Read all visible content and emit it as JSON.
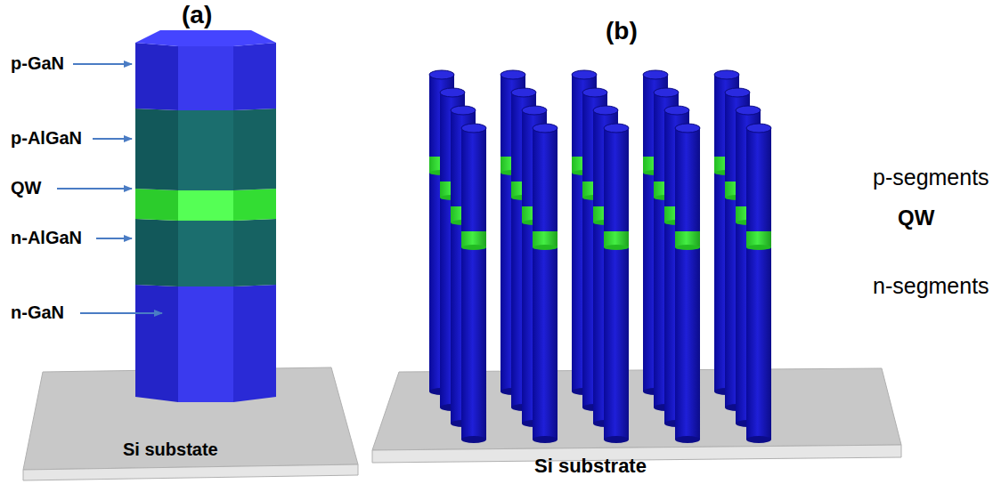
{
  "diagram": {
    "labels": [
      "(a)",
      "(b)",
      "p-GaN",
      "p-AlGaN",
      "QW",
      "n-AlGaN",
      "n-GaN",
      "Si substate",
      "Si substrate",
      "p-segments",
      "QW",
      "n-segments"
    ]
  }
}
